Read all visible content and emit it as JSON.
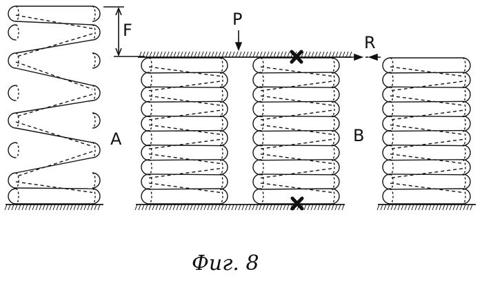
{
  "labels": {
    "deflection": "F",
    "load": "P",
    "reaction": "R",
    "spring_a": "A",
    "spring_b": "B"
  },
  "caption": "Фиг. 8",
  "ink_color": "#111111"
}
